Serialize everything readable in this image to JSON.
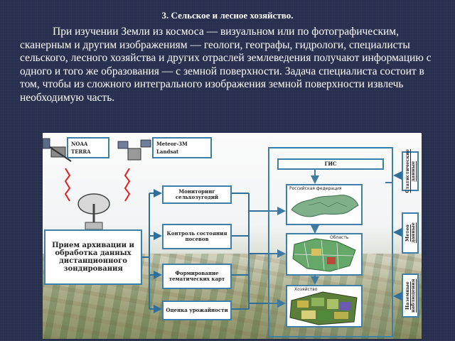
{
  "slide": {
    "title": "3. Сельское и лесное хозяйство.",
    "body": "При изучении Земли из космоса — визуальном или по фотографическим, сканерным и другим изображениям — геологи, географы, гидрологи, специалисты сельского, лесного хозяйства и других отраслей землеведения получают информацию с одного и того же образования — с земной поверхности. Задача специалиста состоит в том, чтобы из сложного интегрального изображения земной поверхности извлечь необходимую часть."
  },
  "diagram": {
    "satellites_left": {
      "line1": "NOAA",
      "line2": "TERRA"
    },
    "satellites_right": {
      "line1": "Meteor-3M",
      "line2": "Landsat"
    },
    "processing": "Прием архивации и обработка данных дистанционного зондирования",
    "tasks": [
      "Мониторинг сельхозугодий",
      "Контроль состояния посевов",
      "Формирование тематических карт",
      "Оценка урожайности"
    ],
    "gis": "ГИС",
    "maps": [
      "Российская федерация",
      "Область",
      "Хозяйство"
    ],
    "sources": [
      "Статистические данные",
      "Метео данные",
      "Наземные наблюдения"
    ]
  }
}
